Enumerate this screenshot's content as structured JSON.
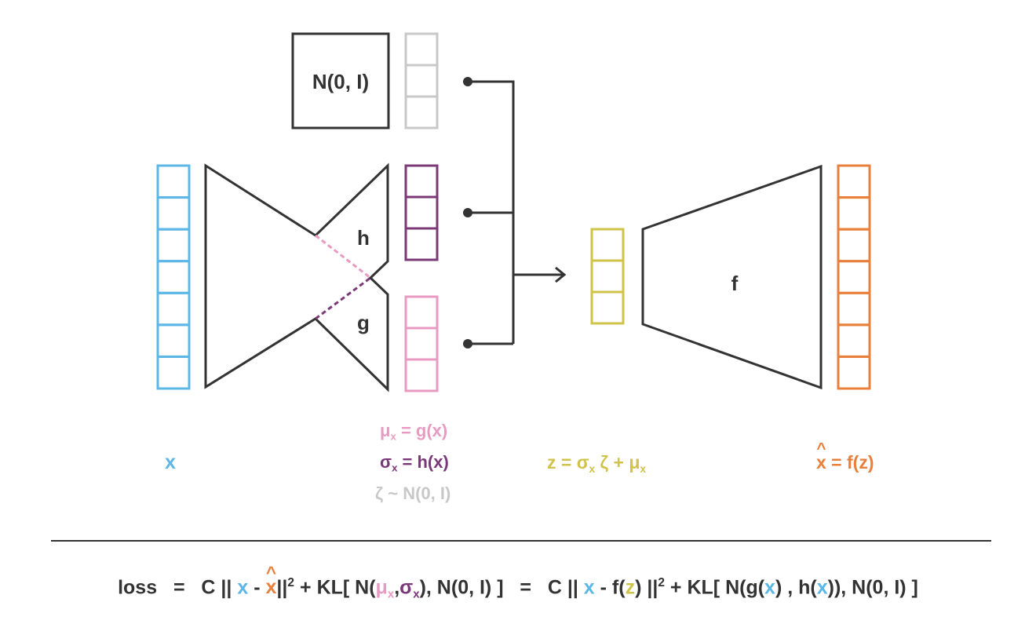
{
  "colors": {
    "dark": "#333333",
    "x": "#5cb6e6",
    "mu": "#e89bc2",
    "sigma": "#7b3878",
    "prior": "#c8c8c8",
    "z": "#cfc34a",
    "xhat": "#e8803c"
  },
  "diagram": {
    "prior_box": "N(0, I)",
    "encoder_h": "h",
    "encoder_g": "g",
    "decoder_f": "f",
    "input_cells": 7,
    "prior_cells": 3,
    "sigma_cells": 3,
    "mu_cells": 3,
    "z_cells": 3,
    "output_cells": 7
  },
  "labels": {
    "x": "x",
    "mu_eq": {
      "sym": "μ",
      "sub": "x",
      "rhs": "= g(x)"
    },
    "sigma_eq": {
      "sym": "σ",
      "sub": "x",
      "rhs": "= h(x)"
    },
    "zeta_eq": "ζ ~ N(0, I)",
    "z_eq": {
      "lhs": "z = σ",
      "sub1": "x",
      "mid": " ζ + μ",
      "sub2": "x"
    },
    "xhat_eq": {
      "sym": "x",
      "rhs": " = f(z)"
    }
  },
  "loss": {
    "word": "loss",
    "eq1": "=",
    "c1": "C ||",
    "x1": "x",
    "minus1": "-",
    "xhat": "x",
    "norm1": "||",
    "sq1": "2",
    "plus1": "+",
    "kl1": "KL[ N(",
    "mu": "μ",
    "mu_sub": "x",
    "comma1": ",",
    "sigma": "σ",
    "sigma_sub": "x",
    "close1": "), N(0, I) ]",
    "eq2": "=",
    "c2": "C ||",
    "x2": "x",
    "minus2": "- f(",
    "z": "z",
    "close2": ") ||",
    "sq2": "2",
    "plus2": "+",
    "kl2": "KL[ N(g(",
    "x3": "x",
    "mid2": ") , h(",
    "x4": "x",
    "close3": ")), N(0, I) ]"
  }
}
